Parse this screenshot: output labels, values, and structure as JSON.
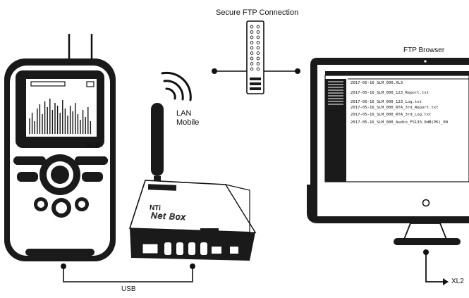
{
  "labels": {
    "secure_ftp": "Secure FTP Connection",
    "ftp_browser": "FTP Browser",
    "lan_mobile_1": "LAN",
    "lan_mobile_2": "Mobile",
    "xl2": "XL2",
    "usb": "USB",
    "xl_out": "XL2"
  },
  "netbox": {
    "brand": "NTi",
    "name": "Net Box"
  },
  "monitor": {
    "files": [
      "2017-05-16_SLM_000.XL3",
      "2017-05-16_SLM_000_123_Report.txt",
      "2017-05-16_SLM_000_123_Log.txt",
      "2017-05-16_SLM_000_RTA_3rd_Report.txt",
      "2017-05-16_SLM_000_RTA_3rd_Log.txt",
      "2017-05-16_SLM_000_Audio_FS133.0dB(PK)_00"
    ]
  },
  "colors": {
    "line": "#111111",
    "fill_dark": "#1a1a1a",
    "fill_light": "#ffffff"
  },
  "icons": [
    "wifi-icon",
    "antenna-icon",
    "remote-server-icon"
  ]
}
